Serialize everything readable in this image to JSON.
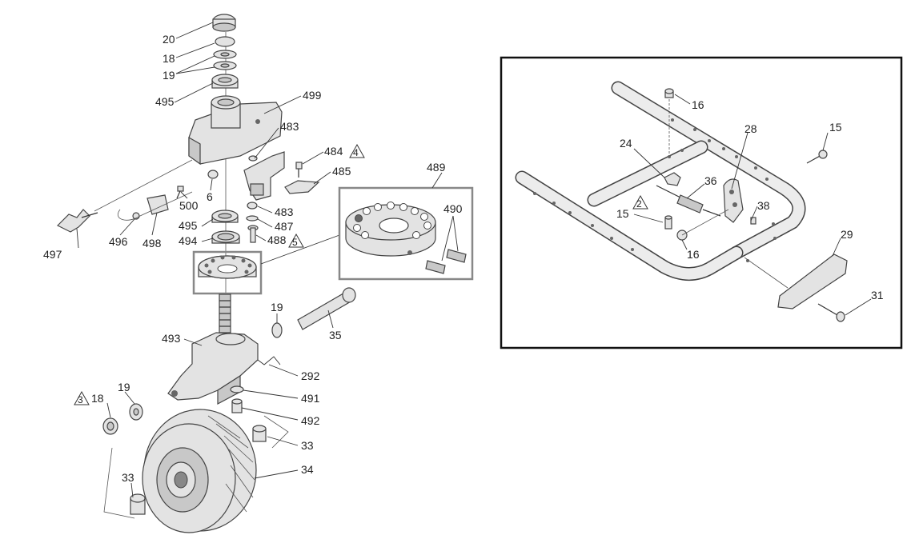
{
  "labels": {
    "l20": "20",
    "l18a": "18",
    "l19a": "19",
    "l495a": "495",
    "l499": "499",
    "l483a": "483",
    "l484": "484",
    "n4": "4",
    "l485": "485",
    "l6": "6",
    "l500": "500",
    "l497": "497",
    "l496": "496",
    "l498": "498",
    "l483b": "483",
    "l495b": "495",
    "l487": "487",
    "l494": "494",
    "l488": "488",
    "n5": "5",
    "l489": "489",
    "l490": "490",
    "l19b": "19",
    "l35": "35",
    "l493": "493",
    "l292": "292",
    "n3": "3",
    "l18b": "18",
    "l19c": "19",
    "l491": "491",
    "l492": "492",
    "l33a": "33",
    "l33b": "33",
    "l34": "34",
    "l16a": "16",
    "l15a": "15",
    "l24": "24",
    "l28": "28",
    "l36": "36",
    "n2": "2",
    "l15b": "15",
    "l38": "38",
    "l16b": "16",
    "l29": "29",
    "l31": "31"
  },
  "colors": {
    "part_fill": "#e3e3e3",
    "part_dark": "#c8c8c8",
    "outline": "#444444",
    "inset_border": "#111111",
    "callout_border": "#888888"
  }
}
